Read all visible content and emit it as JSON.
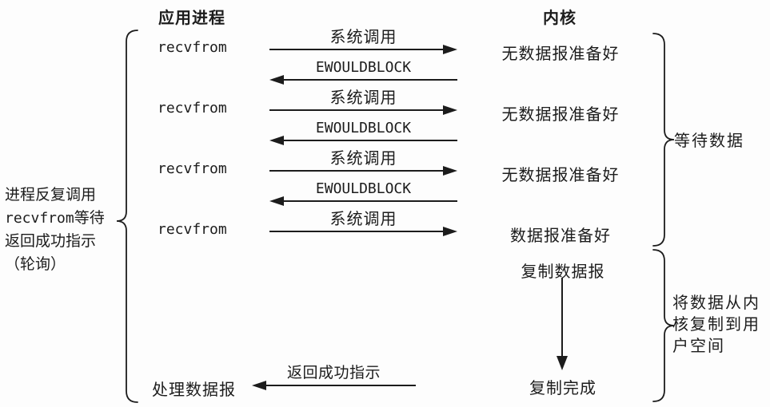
{
  "headers": {
    "application": "应用进程",
    "kernel": "内核"
  },
  "sequence": [
    {
      "app": "recvfrom",
      "arrow_label": "系统调用",
      "direction": "right",
      "kernel_status": "无数据报准备好"
    },
    {
      "arrow_label": "EWOULDBLOCK",
      "direction": "left"
    },
    {
      "app": "recvfrom",
      "arrow_label": "系统调用",
      "direction": "right",
      "kernel_status": "无数据报准备好"
    },
    {
      "arrow_label": "EWOULDBLOCK",
      "direction": "left"
    },
    {
      "app": "recvfrom",
      "arrow_label": "系统调用",
      "direction": "right",
      "kernel_status": "无数据报准备好"
    },
    {
      "arrow_label": "EWOULDBLOCK",
      "direction": "left"
    },
    {
      "app": "recvfrom",
      "arrow_label": "系统调用",
      "direction": "right",
      "kernel_status": "数据报准备好"
    }
  ],
  "left_note": {
    "line1": "进程反复调用",
    "line2_code": "recvfrom",
    "line2_rest": "等待",
    "line3": "返回成功指示",
    "line4": "（轮询）"
  },
  "kernel_copy": {
    "copy_action": "复制数据报",
    "copy_done": "复制完成"
  },
  "final_return": {
    "arrow_label": "返回成功指示",
    "app_action": "处理数据报"
  },
  "right_notes": {
    "wait_phase": "等待数据",
    "copy_phase_line1": "将数据从内",
    "copy_phase_line2": "核复制到用",
    "copy_phase_line3": "户空间"
  },
  "colors": {
    "ink": "#1c1c1c",
    "background": "#fdfdfd"
  }
}
